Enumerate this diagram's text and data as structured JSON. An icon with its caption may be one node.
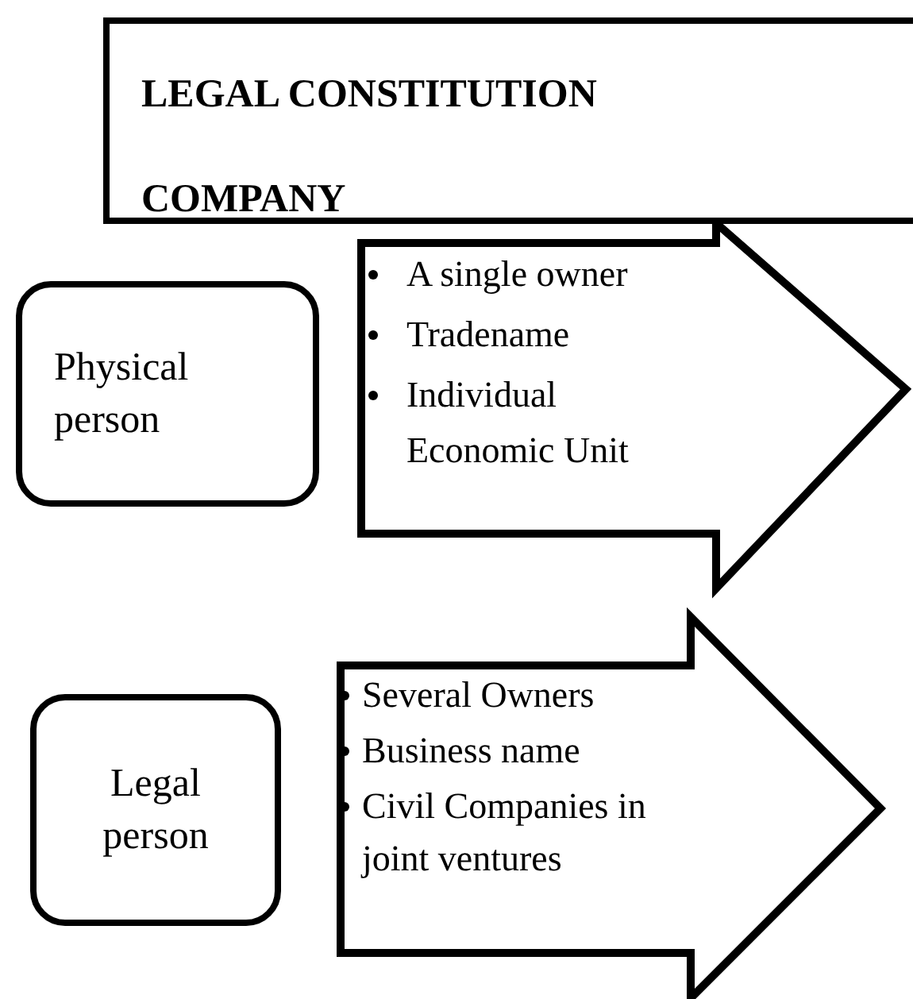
{
  "diagram": {
    "nodes": [
      {
        "text": [
          "LEGAL CONSTITUTION COMPANY"
        ]
      },
      {
        "text": [
          "Physical person"
        ]
      },
      {
        "text": [
          "A single owner",
          "Tradename",
          "Individual Economic Unit"
        ]
      },
      {
        "text": [
          "Legal person"
        ]
      },
      {
        "text": [
          "Several Owners",
          "Business name",
          "Civil Companies in joint ventures"
        ]
      }
    ],
    "edges": []
  }
}
